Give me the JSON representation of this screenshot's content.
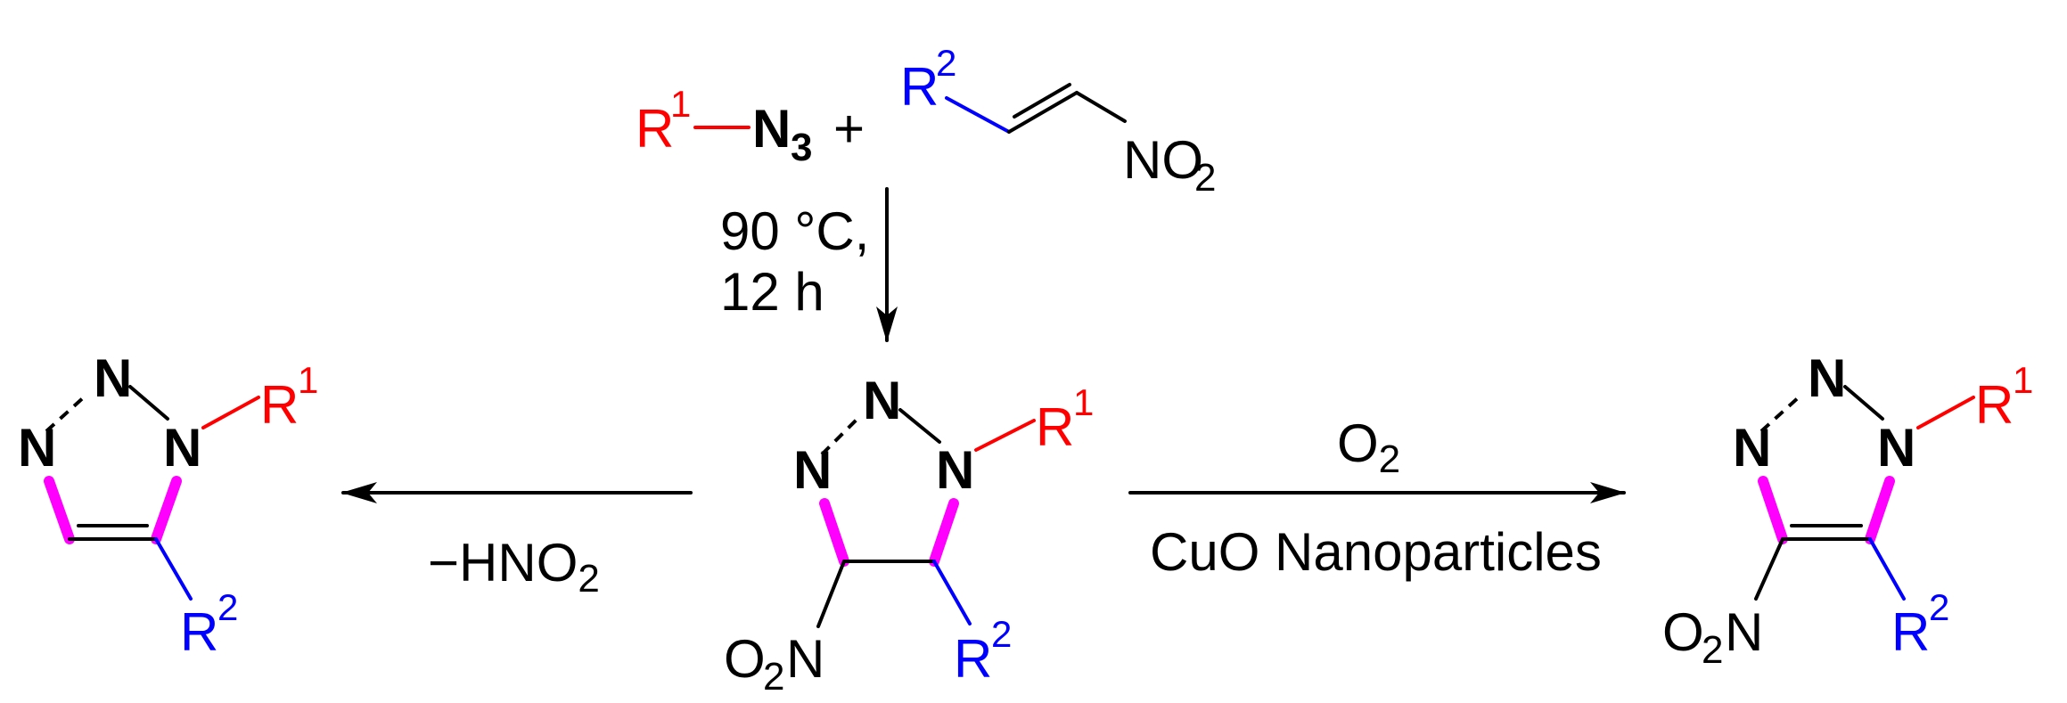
{
  "colors": {
    "r1": "#ff0000",
    "r2": "#0000ff",
    "highlight_bond": "#ff00ff",
    "default": "#000000"
  },
  "reactants": {
    "azide": {
      "r_label": "R",
      "r_index": "1",
      "group": "N",
      "group_sub": "3"
    },
    "plus": "+",
    "nitroalkene": {
      "r_label": "R",
      "r_index": "2",
      "group": "NO",
      "group_sub": "2"
    }
  },
  "step1": {
    "condition_line1": "90 °C,",
    "condition_line2": "12 h"
  },
  "intermediate": {
    "n_top": "N",
    "n_left": "N",
    "n_right": "N",
    "r1_label": "R",
    "r1_index": "1",
    "r2_label": "R",
    "r2_index": "2",
    "nitro_o": "O",
    "nitro_sub": "2",
    "nitro_n": "N"
  },
  "left_arrow": {
    "label_prefix": "−HNO",
    "label_sub": "2"
  },
  "left_product": {
    "n_top": "N",
    "n_left": "N",
    "n_right": "N",
    "r1_label": "R",
    "r1_index": "1",
    "r2_label": "R",
    "r2_index": "2"
  },
  "right_arrow": {
    "label_top": "O",
    "label_top_sub": "2",
    "label_bottom": "CuO Nanoparticles"
  },
  "right_product": {
    "n_top": "N",
    "n_left": "N",
    "n_right": "N",
    "r1_label": "R",
    "r1_index": "1",
    "r2_label": "R",
    "r2_index": "2",
    "nitro_o": "O",
    "nitro_sub": "2",
    "nitro_n": "N"
  }
}
